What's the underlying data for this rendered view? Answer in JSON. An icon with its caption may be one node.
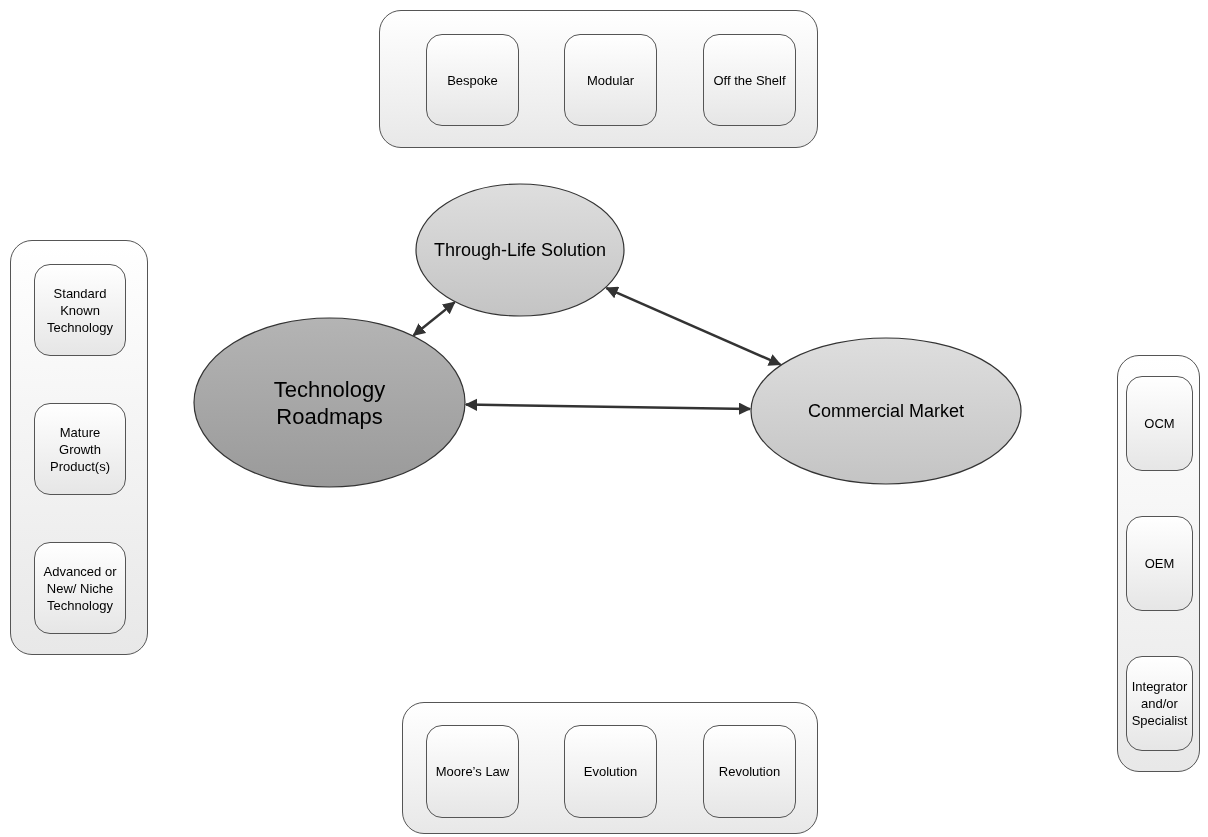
{
  "diagram": {
    "nodes": [
      {
        "text": [],
        "shape": "box"
      },
      {
        "text": [
          "Bespoke"
        ],
        "in": 0
      },
      {
        "text": [
          "Modular"
        ],
        "in": 0
      },
      {
        "text": [
          "Off the Shelf"
        ],
        "in": 0
      },
      {
        "text": [],
        "shape": "box"
      },
      {
        "text": [
          "Standard Known Technology"
        ],
        "in": 4
      },
      {
        "text": [
          "Mature Growth Product(s)"
        ],
        "in": 4
      },
      {
        "text": [
          "Advanced or New/ Niche Technology"
        ],
        "in": 4
      },
      {
        "text": [
          "Through-Life Solution"
        ]
      },
      {
        "text": [
          "Technology Roadmaps"
        ]
      },
      {
        "text": [
          "Commercial Market"
        ]
      },
      {
        "text": [],
        "shape": "box"
      },
      {
        "text": [
          "OCM"
        ],
        "in": 11
      },
      {
        "text": [
          "OEM"
        ],
        "in": 11
      },
      {
        "text": [
          "Integrator and/or Specialist"
        ],
        "in": 11
      },
      {
        "text": [],
        "shape": "box"
      },
      {
        "text": [
          "Moore’s Law"
        ],
        "in": 15
      },
      {
        "text": [
          "Evolution"
        ],
        "in": 15
      },
      {
        "text": [
          "Revolution"
        ],
        "in": 15
      }
    ],
    "edges": [
      {
        "from": 8,
        "to": 9,
        "arrow": "both"
      },
      {
        "from": 8,
        "to": 10,
        "arrow": "both"
      },
      {
        "from": 9,
        "to": 10,
        "arrow": "both"
      }
    ]
  }
}
